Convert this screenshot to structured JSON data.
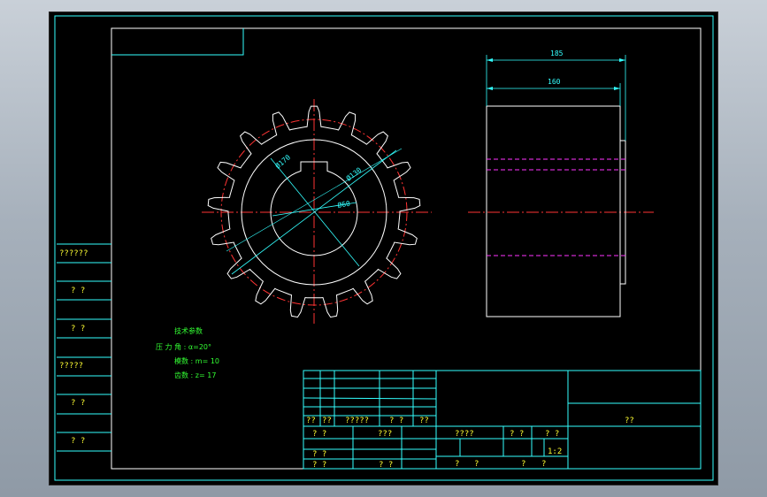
{
  "drawing": {
    "dim_top_1": "185",
    "dim_top_2": "160",
    "dim_pitch": "Ø170",
    "dim_hub": "Ø130",
    "dim_bore": "Ø60",
    "spec_title": "技术参数",
    "spec_pressure_angle": "压 力 角 : α=20°",
    "spec_module": "模数 : m= 10",
    "spec_teeth": "齿数 : z= 17",
    "side_labels": [
      "??????",
      "? ?",
      "? ?",
      "?????",
      "? ?",
      "? ?"
    ],
    "title_block": {
      "row1": [
        "??",
        "??",
        "?????",
        "? ?",
        "??"
      ],
      "row_mid_1": "? ?",
      "row_mid_2": "???",
      "row_lower_1": "? ?",
      "row_lower_2": "? ?",
      "part_name": "??",
      "scale_label": "????",
      "weight_label": "? ?",
      "ratio_label": "? ?",
      "scale_value": "1:2",
      "sheet_1": "?",
      "sheet_2": "?",
      "sheet_3": "?",
      "sheet_4": "?"
    }
  },
  "colors": {
    "frame": "#33ffff",
    "gear_outline": "#ffffff",
    "center_line": "#ff3333",
    "dimension": "#33ffff",
    "hidden_line": "#ff33ff",
    "text_yellow": "#ffff33",
    "text_green": "#33ff33"
  }
}
